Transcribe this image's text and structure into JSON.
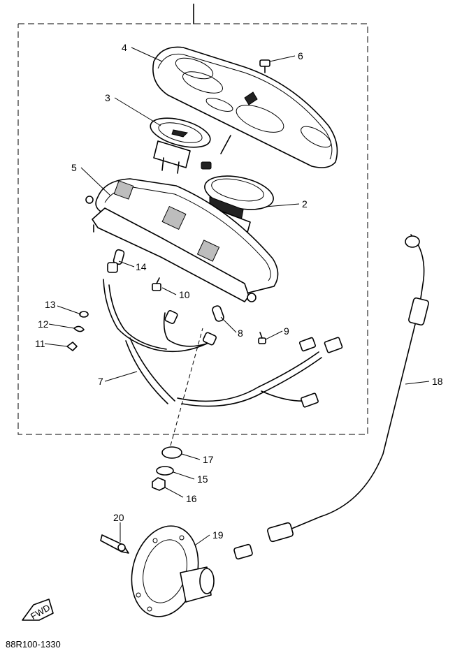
{
  "diagram": {
    "part_code": "88R100-1330",
    "fwd_label": "FWD",
    "callouts": [
      {
        "key": "c1",
        "label": "4"
      },
      {
        "key": "c2",
        "label": "6"
      },
      {
        "key": "c3",
        "label": "3"
      },
      {
        "key": "c4",
        "label": "5"
      },
      {
        "key": "c5",
        "label": "2"
      },
      {
        "key": "c6",
        "label": "14"
      },
      {
        "key": "c7",
        "label": "10"
      },
      {
        "key": "c8",
        "label": "13"
      },
      {
        "key": "c9",
        "label": "8"
      },
      {
        "key": "c10",
        "label": "9"
      },
      {
        "key": "c11",
        "label": "12"
      },
      {
        "key": "c12",
        "label": "11"
      },
      {
        "key": "c13",
        "label": "7"
      },
      {
        "key": "c14",
        "label": "18"
      },
      {
        "key": "c15",
        "label": "17"
      },
      {
        "key": "c16",
        "label": "15"
      },
      {
        "key": "c17",
        "label": "16"
      },
      {
        "key": "c18",
        "label": "20"
      },
      {
        "key": "c19",
        "label": "19"
      }
    ]
  }
}
